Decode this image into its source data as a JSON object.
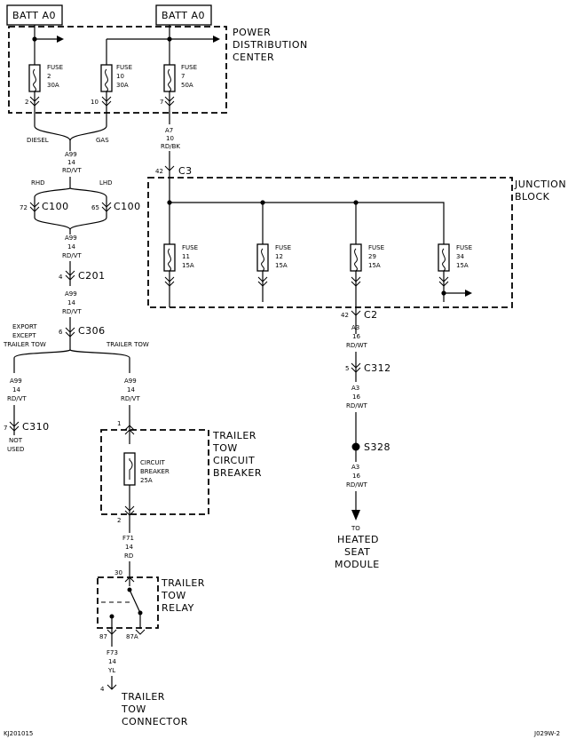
{
  "batt_left": "BATT A0",
  "batt_right": "BATT A0",
  "pdc": {
    "line1": "POWER",
    "line2": "DISTRIBUTION",
    "line3": "CENTER"
  },
  "fuse2": {
    "word": "FUSE",
    "num": "2",
    "amp": "30A",
    "pin": "2"
  },
  "fuse10": {
    "word": "FUSE",
    "num": "10",
    "amp": "30A",
    "pin": "10"
  },
  "fuse7": {
    "word": "FUSE",
    "num": "7",
    "amp": "50A",
    "pin": "7"
  },
  "diesel": "DIESEL",
  "gas": "GAS",
  "w_a7": {
    "circuit": "A7",
    "gauge": "10",
    "color": "RD/BK"
  },
  "c3": {
    "pin": "42",
    "name": "C3"
  },
  "jb": {
    "line1": "JUNCTION",
    "line2": "BLOCK"
  },
  "fuse11": {
    "word": "FUSE",
    "num": "11",
    "amp": "15A"
  },
  "fuse12": {
    "word": "FUSE",
    "num": "12",
    "amp": "15A"
  },
  "fuse29": {
    "word": "FUSE",
    "num": "29",
    "amp": "15A"
  },
  "fuse34": {
    "word": "FUSE",
    "num": "34",
    "amp": "15A"
  },
  "c2": {
    "pin": "42",
    "name": "C2"
  },
  "w_a3_1": {
    "circuit": "A3",
    "gauge": "16",
    "color": "RD/WT"
  },
  "c312": {
    "pin": "5",
    "name": "C312"
  },
  "w_a3_2": {
    "circuit": "A3",
    "gauge": "16",
    "color": "RD/WT"
  },
  "s328": "S328",
  "w_a3_3": {
    "circuit": "A3",
    "gauge": "16",
    "color": "RD/WT"
  },
  "to": "TO",
  "heated": {
    "line1": "HEATED",
    "line2": "SEAT",
    "line3": "MODULE"
  },
  "w_a99_1": {
    "circuit": "A99",
    "gauge": "14",
    "color": "RD/VT"
  },
  "rhd": "RHD",
  "lhd": "LHD",
  "c100_left": {
    "pin": "72",
    "name": "C100"
  },
  "c100_right": {
    "pin": "65",
    "name": "C100"
  },
  "w_a99_2": {
    "circuit": "A99",
    "gauge": "14",
    "color": "RD/VT"
  },
  "c201": {
    "pin": "4",
    "name": "C201"
  },
  "w_a99_3": {
    "circuit": "A99",
    "gauge": "14",
    "color": "RD/VT"
  },
  "c306": {
    "pin": "6",
    "name": "C306"
  },
  "export": {
    "line1": "EXPORT",
    "line2": "EXCEPT",
    "line3": "TRAILER TOW"
  },
  "trailer_tow": "TRAILER TOW",
  "w_a99_4": {
    "circuit": "A99",
    "gauge": "14",
    "color": "RD/VT"
  },
  "c310": {
    "pin": "7",
    "name": "C310"
  },
  "not_used": {
    "line1": "NOT",
    "line2": "USED"
  },
  "w_a99_5": {
    "circuit": "A99",
    "gauge": "14",
    "color": "RD/VT"
  },
  "cb_pin1": "1",
  "cb_pin2": "2",
  "cb": {
    "line1": "CIRCUIT",
    "line2": "BREAKER",
    "line3": "25A"
  },
  "ttcb": {
    "line1": "TRAILER",
    "line2": "TOW",
    "line3": "CIRCUIT",
    "line4": "BREAKER"
  },
  "w_f71": {
    "circuit": "F71",
    "gauge": "14",
    "color": "RD"
  },
  "relay_pin30": "30",
  "ttr": {
    "line1": "TRAILER",
    "line2": "TOW",
    "line3": "RELAY"
  },
  "relay_pin87": "87",
  "relay_pin87a": "87A",
  "w_f73": {
    "circuit": "F73",
    "gauge": "14",
    "color": "YL"
  },
  "ttc_pin": "4",
  "ttc": {
    "line1": "TRAILER",
    "line2": "TOW",
    "line3": "CONNECTOR"
  },
  "footer_left": "KJ201015",
  "footer_right": "J029W-2"
}
